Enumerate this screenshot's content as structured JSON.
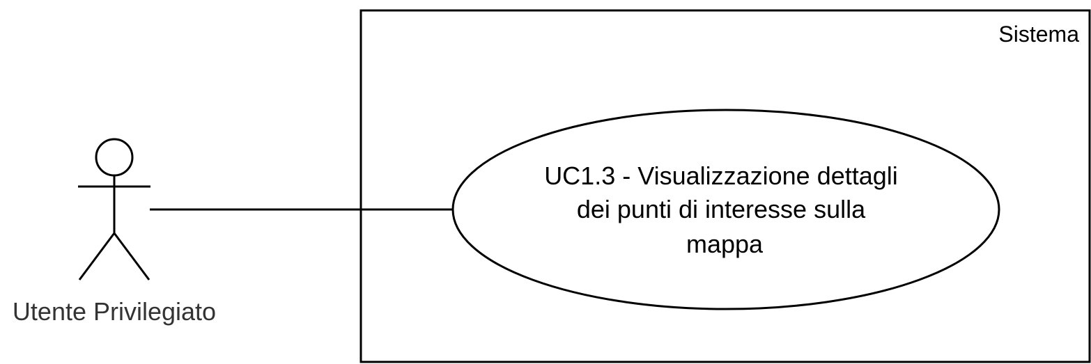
{
  "system": {
    "label": "Sistema"
  },
  "actor": {
    "label": "Utente Privilegiato"
  },
  "use_case": {
    "lines": [
      "UC1.3 - Visualizzazione dettagli",
      "dei punti di interesse sulla",
      "mappa"
    ]
  },
  "colors": {
    "stroke": "#000000",
    "background": "#ffffff",
    "actor_label": "#333333"
  }
}
